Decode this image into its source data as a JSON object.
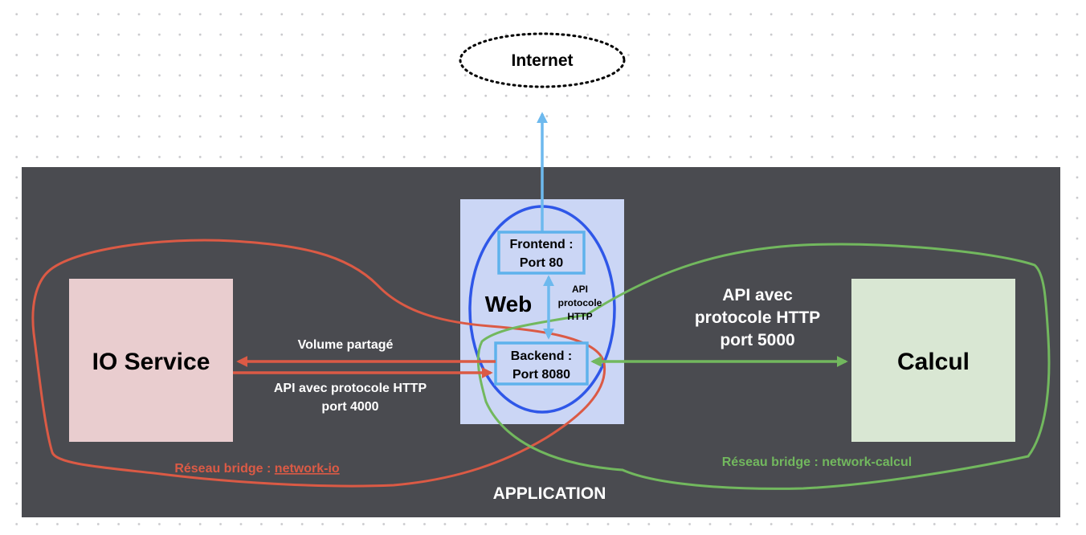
{
  "internet": {
    "label": "Internet"
  },
  "application": {
    "label": "APPLICATION"
  },
  "io_service": {
    "label": "IO Service"
  },
  "calcul": {
    "label": "Calcul"
  },
  "web": {
    "label": "Web",
    "frontend": {
      "line1": "Frontend :",
      "line2": "Port 80"
    },
    "backend": {
      "line1": "Backend :",
      "line2": "Port 8080"
    },
    "internal_api": {
      "line1": "API",
      "line2": "protocole",
      "line3": "HTTP"
    }
  },
  "links": {
    "volume": "Volume partagé",
    "io_api": {
      "line1": "API avec protocole HTTP",
      "line2": "port 4000"
    },
    "calcul_api": {
      "line1": "API avec",
      "line2": "protocole HTTP",
      "line3": "port 5000"
    }
  },
  "networks": {
    "io": {
      "prefix": "Réseau bridge : ",
      "name": "network-io"
    },
    "calcul": {
      "label": "Réseau bridge : network-calcul"
    }
  },
  "colors": {
    "background_panel": "#4a4b50",
    "io_fill": "#e9cdcf",
    "calcul_fill": "#d9e7d3",
    "web_fill": "#cbd6f5",
    "web_circle": "#2f57e8",
    "port_box": "#5eb2ec",
    "internet_arrow": "#6db9ee",
    "io_network": "#db5a45",
    "calcul_network": "#72b85e"
  }
}
